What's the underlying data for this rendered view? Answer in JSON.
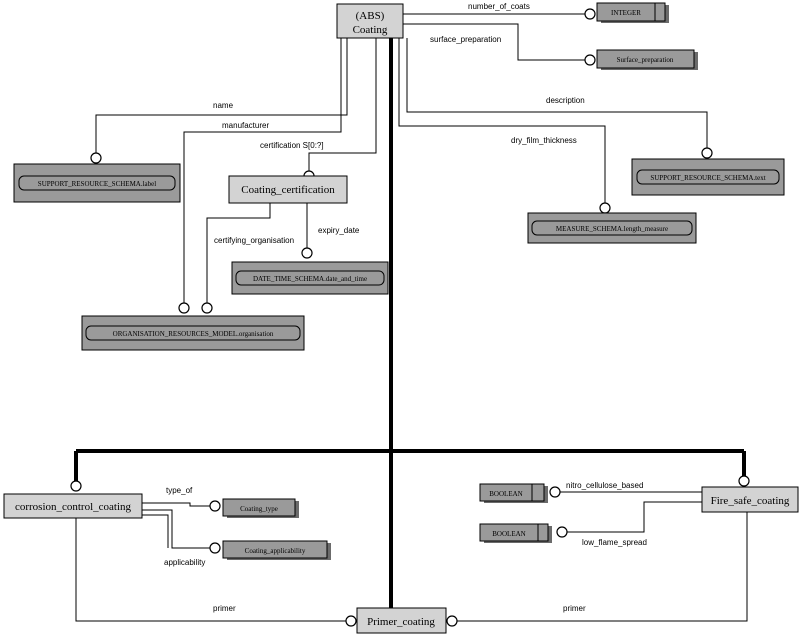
{
  "entities": {
    "coating_abs": "(ABS)",
    "coating": "Coating",
    "integer": "INTEGER",
    "surface_preparation": "Surface_preparation",
    "support_label": "SUPPORT_RESOURCE_SCHEMA.label",
    "support_text": "SUPPORT_RESOURCE_SCHEMA.text",
    "coating_certification": "Coating_certification",
    "measure_length": "MEASURE_SCHEMA.length_measure",
    "date_and_time": "DATE_TIME_SCHEMA.date_and_time",
    "organisation": "ORGANISATION_RESOURCES_MODEL.organisation",
    "corrosion_control_coating": "corrosion_control_coating",
    "coating_type": "Coating_type",
    "coating_applicability": "Coating_applicability",
    "boolean_1": "BOOLEAN",
    "boolean_2": "BOOLEAN",
    "fire_safe_coating": "Fire_safe_coating",
    "primer_coating": "Primer_coating"
  },
  "attributes": {
    "number_of_coats": "number_of_coats",
    "surface_preparation": "surface_preparation",
    "name": "name",
    "manufacturer": "manufacturer",
    "certification": "certification  S[0:?]",
    "description": "description",
    "dry_film_thickness": "dry_film_thickness",
    "certifying_organisation": "certifying_organisation",
    "expiry_date": "expiry_date",
    "type_of": "type_of",
    "applicability": "applicability",
    "nitro_cellulose_based": "nitro_cellulose_based",
    "low_flame_spread": "low_flame_spread",
    "primer_left": "primer",
    "primer_right": "primer"
  }
}
